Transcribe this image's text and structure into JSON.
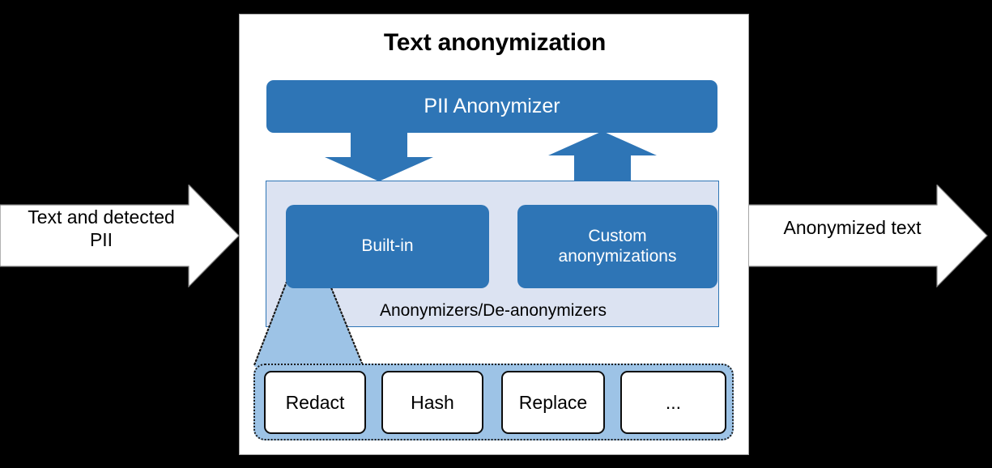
{
  "diagram": {
    "title": "Text anonymization",
    "top_component": {
      "label": "PII Anonymizer",
      "color": "#2E75B6"
    },
    "container": {
      "label": "Anonymizers/De-anonymizers",
      "fill": "#DCE3F2",
      "border_color": "#2E75B6",
      "components": [
        {
          "label": "Built-in",
          "color": "#2E75B6"
        },
        {
          "label": "Custom anonymizations",
          "line1": "Custom",
          "line2": "anonymizations",
          "color": "#2E75B6"
        }
      ]
    },
    "methods_container": {
      "fill": "#9DC3E6",
      "border_style": "dotted",
      "items": [
        {
          "label": "Redact"
        },
        {
          "label": "Hash"
        },
        {
          "label": "Replace"
        },
        {
          "label": "..."
        }
      ]
    },
    "flows": {
      "input": {
        "label": "Text and detected PII",
        "line1": "Text and detected",
        "line2": "PII",
        "icon": "right-block-arrow-icon"
      },
      "output": {
        "label": "Anonymized text",
        "icon": "right-block-arrow-icon"
      },
      "down_arrow_icon": "down-block-arrow-icon",
      "up_arrow_icon": "up-block-arrow-icon",
      "connector_icon": "trapezoid-connector-icon"
    },
    "colors": {
      "accent_blue": "#2E75B6",
      "light_blue": "#9DC3E6",
      "pale_blue": "#DCE3F2",
      "panel_background": "#FFFFFF",
      "page_background": "#000000"
    }
  }
}
